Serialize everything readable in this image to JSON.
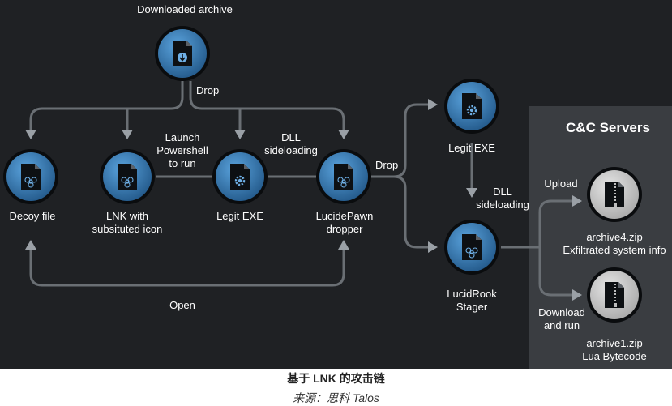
{
  "caption": {
    "title": "基于 LNK 的攻击链",
    "source": "来源：思科 Talos"
  },
  "colors": {
    "background": "#1f2124",
    "panel": "#3a3d41",
    "connector": "#6a6f74",
    "node_blue": "#3f86bf",
    "node_gray": "#cfcfcf",
    "text": "#ffffff"
  },
  "nodes": {
    "downloaded_archive": {
      "label": "Downloaded archive",
      "icon": "download-file-icon"
    },
    "decoy_file": {
      "label": "Decoy file",
      "icon": "biohazard-file-icon"
    },
    "lnk": {
      "label_line1": "LNK with",
      "label_line2": "subsituted icon",
      "icon": "biohazard-file-icon"
    },
    "legit_exe_1": {
      "label": "Legit EXE",
      "icon": "gear-file-icon"
    },
    "lucidepawn": {
      "label_line1": "LucidePawn",
      "label_line2": "dropper",
      "icon": "biohazard-file-icon"
    },
    "legit_exe_2": {
      "label": "Legit EXE",
      "icon": "gear-file-icon"
    },
    "lucidrook": {
      "label_line1": "LucidRook",
      "label_line2": "Stager",
      "icon": "biohazard-file-icon"
    },
    "archive4": {
      "label_line1": "archive4.zip",
      "label_line2": "Exfiltrated system info",
      "icon": "zip-file-icon"
    },
    "archive1": {
      "label_line1": "archive1.zip",
      "label_line2": "Lua Bytecode",
      "icon": "zip-file-icon"
    }
  },
  "edge_labels": {
    "drop_top": "Drop",
    "launch": [
      "Launch",
      "Powershell",
      "to run"
    ],
    "dll_1": [
      "DLL",
      "sideloading"
    ],
    "drop_right": "Drop",
    "dll_2": [
      "DLL",
      "sideloading"
    ],
    "open": "Open",
    "upload": "Upload",
    "download": [
      "Download",
      "and run"
    ]
  },
  "panel": {
    "title": "C&C Servers"
  }
}
